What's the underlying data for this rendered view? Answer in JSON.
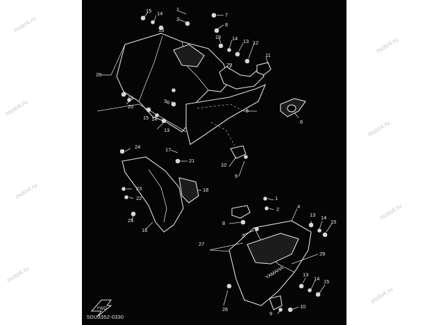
{
  "diagram": {
    "part_code": "5DU3352-0330",
    "watermark_text": "moto4.ru",
    "fwd_label": "FWD",
    "brand_label": "YAMAHA",
    "callouts": [
      "15",
      "14",
      "1",
      "2",
      "13",
      "7",
      "8",
      "6",
      "15",
      "14",
      "13",
      "12",
      "11",
      "28",
      "29",
      "20",
      "19",
      "3",
      "15",
      "14",
      "13",
      "5",
      "6",
      "24",
      "17",
      "10",
      "9",
      "21",
      "23",
      "22",
      "18",
      "25",
      "16",
      "2",
      "1",
      "4",
      "8",
      "3",
      "27",
      "13",
      "14",
      "15",
      "29",
      "9",
      "10",
      "26",
      "13",
      "14",
      "15"
    ]
  }
}
